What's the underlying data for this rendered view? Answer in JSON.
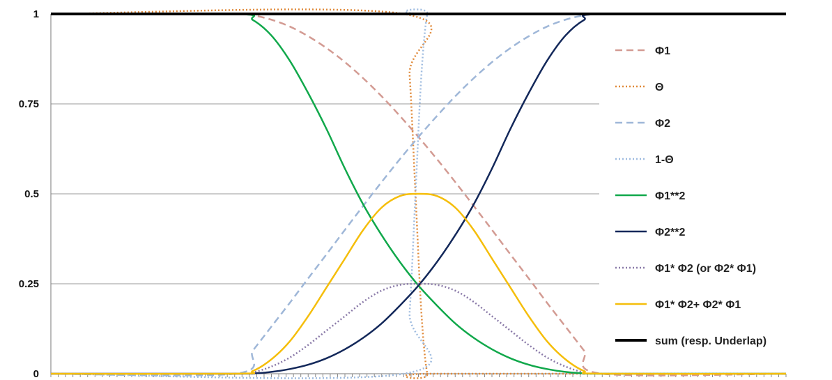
{
  "chart_data": {
    "type": "line",
    "title": "",
    "xlabel": "",
    "ylabel": "",
    "xlim": [
      0,
      100
    ],
    "ylim": [
      0,
      1
    ],
    "y_ticks": [
      {
        "value": 0,
        "label": "0"
      },
      {
        "value": 0.25,
        "label": "0.25"
      },
      {
        "value": 0.5,
        "label": "0.5"
      },
      {
        "value": 0.75,
        "label": "0.75"
      },
      {
        "value": 1,
        "label": "1"
      }
    ],
    "x_tick_labels_shown": false,
    "grid": {
      "horizontal": true,
      "vertical": false
    },
    "legend_placement": "right",
    "series": [
      {
        "name": "Φ1",
        "color": "#d39b93",
        "style": "dashed",
        "x": [
          0,
          25,
          27.5,
          30,
          32.5,
          35,
          37.5,
          40,
          42.5,
          45,
          47.5,
          50,
          52.5,
          55,
          57.5,
          60,
          62.5,
          65,
          67.5,
          70,
          72.5,
          75,
          100
        ],
        "y": [
          1,
          1,
          0.996,
          0.984,
          0.965,
          0.938,
          0.905,
          0.866,
          0.821,
          0.771,
          0.716,
          0.658,
          0.597,
          0.533,
          0.467,
          0.4,
          0.332,
          0.265,
          0.197,
          0.131,
          0.065,
          0,
          0
        ]
      },
      {
        "name": "Θ",
        "color": "#e08a3a",
        "style": "dotted",
        "x": [
          0,
          48,
          48.8,
          49.6,
          50.4,
          51.2,
          52,
          100
        ],
        "y": [
          1,
          1,
          0.83,
          0.5,
          0.17,
          0,
          0,
          0
        ]
      },
      {
        "name": "Φ2",
        "color": "#9fb7d8",
        "style": "dashed",
        "x": [
          0,
          25,
          27.5,
          30,
          32.5,
          35,
          37.5,
          40,
          42.5,
          45,
          47.5,
          50,
          52.5,
          55,
          57.5,
          60,
          62.5,
          65,
          67.5,
          70,
          72.5,
          75,
          100
        ],
        "y": [
          0,
          0,
          0.065,
          0.131,
          0.197,
          0.265,
          0.332,
          0.4,
          0.467,
          0.533,
          0.597,
          0.658,
          0.716,
          0.771,
          0.821,
          0.866,
          0.905,
          0.938,
          0.965,
          0.984,
          0.996,
          1,
          1
        ]
      },
      {
        "name": "1-Θ",
        "color": "#9fbce0",
        "style": "dotted",
        "x": [
          0,
          48,
          48.8,
          49.6,
          50.4,
          51.2,
          52,
          100
        ],
        "y": [
          0,
          0,
          0.17,
          0.5,
          0.83,
          1,
          1,
          1
        ]
      },
      {
        "name": "Φ1**2",
        "color": "#11a84b",
        "style": "solid",
        "x": [
          0,
          25,
          27.5,
          30,
          32.5,
          35,
          37.5,
          40,
          42.5,
          45,
          47.5,
          50,
          52.5,
          55,
          57.5,
          60,
          62.5,
          65,
          67.5,
          70,
          72.5,
          75,
          100
        ],
        "y": [
          1,
          1,
          0.983,
          0.94,
          0.87,
          0.78,
          0.68,
          0.57,
          0.47,
          0.385,
          0.31,
          0.245,
          0.19,
          0.14,
          0.1,
          0.068,
          0.043,
          0.025,
          0.013,
          0.005,
          0.001,
          0,
          0
        ]
      },
      {
        "name": "Φ2**2",
        "color": "#13285a",
        "style": "solid",
        "x": [
          0,
          25,
          27.5,
          30,
          32.5,
          35,
          37.5,
          40,
          42.5,
          45,
          47.5,
          50,
          52.5,
          55,
          57.5,
          60,
          62.5,
          65,
          67.5,
          70,
          72.5,
          75,
          100
        ],
        "y": [
          0,
          0,
          0.001,
          0.005,
          0.013,
          0.025,
          0.043,
          0.068,
          0.1,
          0.14,
          0.19,
          0.245,
          0.31,
          0.385,
          0.47,
          0.57,
          0.68,
          0.78,
          0.87,
          0.94,
          0.983,
          1,
          1
        ]
      },
      {
        "name": "Φ1* Φ2 (or  Φ2* Φ1)",
        "color": "#8a7aa8",
        "style": "dotted",
        "x": [
          0,
          25,
          27.5,
          30,
          32.5,
          35,
          37.5,
          40,
          42.5,
          45,
          47.5,
          50,
          52.5,
          55,
          57.5,
          60,
          62.5,
          65,
          67.5,
          70,
          72.5,
          75,
          100
        ],
        "y": [
          0,
          0,
          0.004,
          0.02,
          0.045,
          0.08,
          0.12,
          0.16,
          0.2,
          0.231,
          0.247,
          0.25,
          0.247,
          0.231,
          0.2,
          0.16,
          0.12,
          0.08,
          0.045,
          0.02,
          0.004,
          0,
          0
        ]
      },
      {
        "name": "Φ1* Φ2+ Φ2* Φ1",
        "color": "#f5be0b",
        "style": "solid",
        "x": [
          0,
          25,
          27.5,
          30,
          32.5,
          35,
          37.5,
          40,
          42.5,
          45,
          47.5,
          50,
          52.5,
          55,
          57.5,
          60,
          62.5,
          65,
          67.5,
          70,
          72.5,
          75,
          100
        ],
        "y": [
          0,
          0,
          0.008,
          0.04,
          0.09,
          0.16,
          0.24,
          0.32,
          0.4,
          0.462,
          0.494,
          0.5,
          0.494,
          0.462,
          0.4,
          0.32,
          0.24,
          0.16,
          0.09,
          0.04,
          0.008,
          0,
          0
        ]
      },
      {
        "name": "sum (resp. Underlap)",
        "color": "#000000",
        "style": "solid-thick",
        "x": [
          0,
          100
        ],
        "y": [
          1,
          1
        ]
      }
    ]
  }
}
